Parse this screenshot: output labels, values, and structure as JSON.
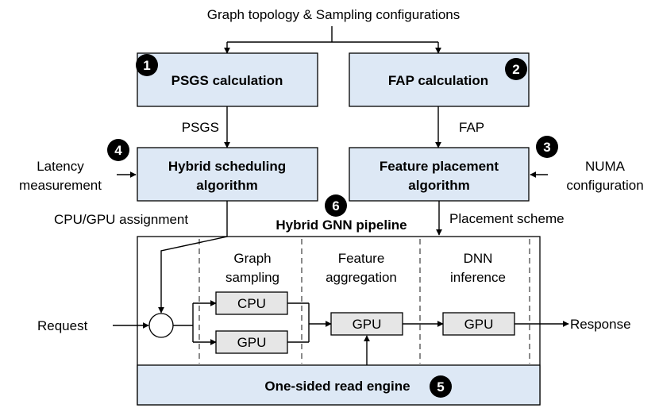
{
  "top_label": "Graph topology & Sampling configurations",
  "psgs_box": {
    "badge": "1",
    "label": "PSGS calculation"
  },
  "fap_box": {
    "badge": "2",
    "label": "FAP calculation"
  },
  "psgs_edge_label": "PSGS",
  "fap_edge_label": "FAP",
  "feature_placement": {
    "badge": "3",
    "line1": "Feature placement",
    "line2": "algorithm"
  },
  "hybrid_scheduling": {
    "badge": "4",
    "line1": "Hybrid scheduling",
    "line2": "algorithm"
  },
  "latency_input": {
    "line1": "Latency",
    "line2": "measurement"
  },
  "numa_input": {
    "line1": "NUMA",
    "line2": "configuration"
  },
  "cpu_gpu_assignment": "CPU/GPU assignment",
  "placement_scheme": "Placement scheme",
  "pipeline": {
    "badge": "6",
    "title": "Hybrid GNN pipeline"
  },
  "stages": {
    "graph_sampling": {
      "line1": "Graph",
      "line2": "sampling"
    },
    "feature_aggregation": {
      "line1": "Feature",
      "line2": "aggregation"
    },
    "dnn_inference": {
      "line1": "DNN",
      "line2": "inference"
    }
  },
  "units": {
    "cpu": "CPU",
    "gpu_sampling": "GPU",
    "gpu_aggregation": "GPU",
    "gpu_inference": "GPU"
  },
  "request_label": "Request",
  "response_label": "Response",
  "read_engine": {
    "badge": "5",
    "label": "One-sided read engine"
  },
  "colors": {
    "box_fill": "#dde8f5",
    "unit_fill": "#e6e6e6",
    "badge": "#000000",
    "divider": "#8a8a8a"
  }
}
